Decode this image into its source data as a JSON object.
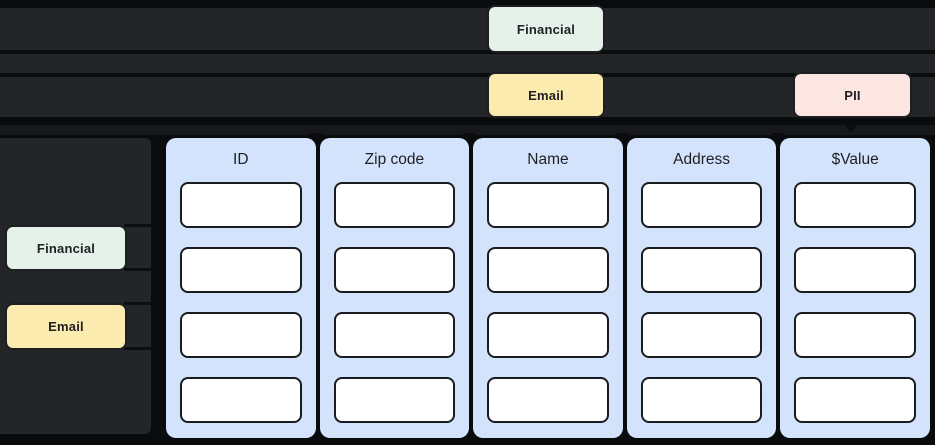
{
  "flow": {
    "lane1": {
      "chips": [
        {
          "label": "Financial",
          "kind": "financial"
        }
      ]
    },
    "lane2": {
      "chips": [
        {
          "label": "Email",
          "kind": "email"
        },
        {
          "label": "PII",
          "kind": "pii"
        }
      ]
    }
  },
  "sidebar": {
    "chips": [
      {
        "label": "Financial",
        "kind": "financial"
      },
      {
        "label": "Email",
        "kind": "email"
      }
    ]
  },
  "table": {
    "rows_per_column": 4,
    "columns": [
      {
        "header": "ID"
      },
      {
        "header": "Zip code"
      },
      {
        "header": "Name"
      },
      {
        "header": "Address"
      },
      {
        "header": "$Value"
      }
    ]
  },
  "colors": {
    "background": "#0a0b0d",
    "lane": "#232528",
    "belt": "#17181a",
    "arrow": "#0c0d0f",
    "column_fill": "#d3e3fc",
    "cell_fill": "#ffffff",
    "cell_border": "#1a1c1f",
    "chip_border": "#1d1f23",
    "financial_fill": "#e4f2e9",
    "email_fill": "#fcebae",
    "pii_fill": "#fbe6e2",
    "text": "#202124"
  }
}
